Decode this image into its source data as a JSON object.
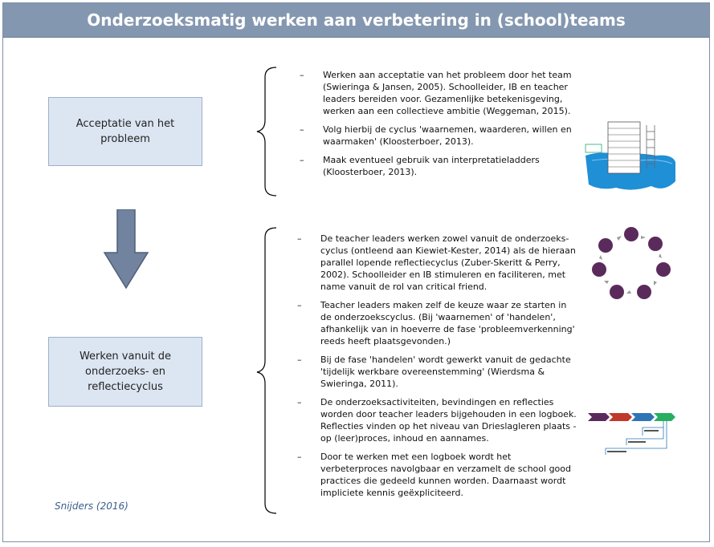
{
  "title": "Onderzoeksmatig werken aan verbetering in (school)teams",
  "stages": [
    {
      "label": "Acceptatie van het probleem"
    },
    {
      "label": "Werken vanuit de onderzoeks-  en reflectiecyclus"
    }
  ],
  "bullet_marker": "–",
  "section_1_bullets": [
    "Werken aan acceptatie van het probleem door het team (Swieringa & Jansen, 2005).  Schoolleider, IB en teacher leaders bereiden voor. Gezamenlijke betekenisgeving, werken aan een collectieve ambitie (Weggeman, 2015).",
    "Volg hierbij de cyclus  'waarnemen, waarderen, willen en waarmaken'  (Kloosterboer, 2013).",
    "Maak eventueel gebruik van interpretatieladders (Kloosterboer, 2013)."
  ],
  "section_2_bullets": [
    "De teacher leaders werken zowel vanuit de onderzoeks-cyclus  (ontleend aan Kiewiet-Kester, 2014) als de hieraan parallel lopende reflectiecyclus (Zuber-Skeritt & Perry, 2002). Schoolleider en IB stimuleren en faciliteren, met name vanuit de rol van critical friend.",
    "Teacher leaders maken zelf de keuze waar ze starten in de onderzoekscyclus. (Bij 'waarnemen' of 'handelen', afhankelijk van in hoeverre de fase 'probleemverkenning' reeds heeft plaatsgevonden.)",
    "Bij de fase  'handelen' wordt gewerkt vanuit de gedachte 'tijdelijk werkbare overeenstemming' (Wierdsma & Swieringa, 2011).",
    "De onderzoeksactiviteiten, bevindingen en reflecties worden door teacher leaders bijgehouden in een logboek. Reflecties vinden op het niveau van Drieslagleren plaats - op (leer)proces, inhoud en aannames.",
    "Door te werken met een logboek wordt het verbeterproces navolgbaar en verzamelt de school good practices die gedeeld kunnen worden. Daarnaast wordt impliciete kennis geëxpliciteerd."
  ],
  "credit": "Snijders (2016)",
  "colors": {
    "title_bar": "#8497b0",
    "stage_fill": "#dce6f2",
    "arrow_fill": "#71839e",
    "cycle_dot": "#5b2a5c",
    "credit_text": "#3b5e8c"
  },
  "thumbnails": {
    "ladder": "interpretation-ladder-figure",
    "cycle": "research-cycle-figure",
    "chevrons": "reflection-chevrons-figure"
  }
}
